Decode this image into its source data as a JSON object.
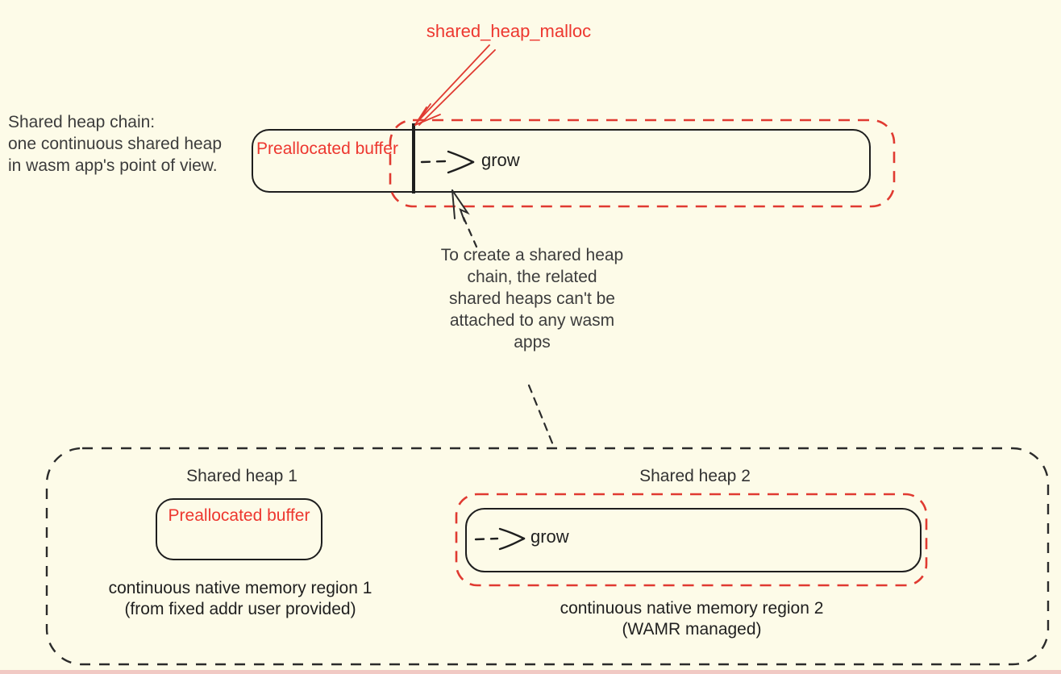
{
  "colors": {
    "background": "#fdfbe8",
    "accent_red": "#e03a31",
    "red_text": "#ed372f",
    "ink": "#1e1e1e",
    "note_text": "#3c3c3c",
    "bottom_strip": "#f1c9c4"
  },
  "malloc_label": "shared_heap_malloc",
  "left_note": {
    "lines": [
      "Shared heap chain:",
      "one continuous shared heap",
      "in wasm app's point of view."
    ]
  },
  "heap_chain": {
    "preallocated_label": "Preallocated buffer",
    "grow_label": "grow"
  },
  "middle_note": {
    "lines": [
      "To create a shared heap",
      "chain, the related",
      "shared heaps can't be",
      "attached to any wasm",
      "apps"
    ]
  },
  "native_group": {
    "heap1": {
      "title": "Shared heap 1",
      "buffer_label": "Preallocated buffer",
      "caption_lines": [
        "continuous native memory region 1",
        "(from fixed addr user provided)"
      ]
    },
    "heap2": {
      "title": "Shared heap 2",
      "grow_label": "grow",
      "caption_lines": [
        "continuous native memory region 2",
        "(WAMR managed)"
      ]
    }
  },
  "icons": {
    "malloc_arrow": "red-arrow-down-left",
    "grow_arrow": "dashed-arrow-right",
    "cursor": "cursor-pointer-arrow"
  }
}
